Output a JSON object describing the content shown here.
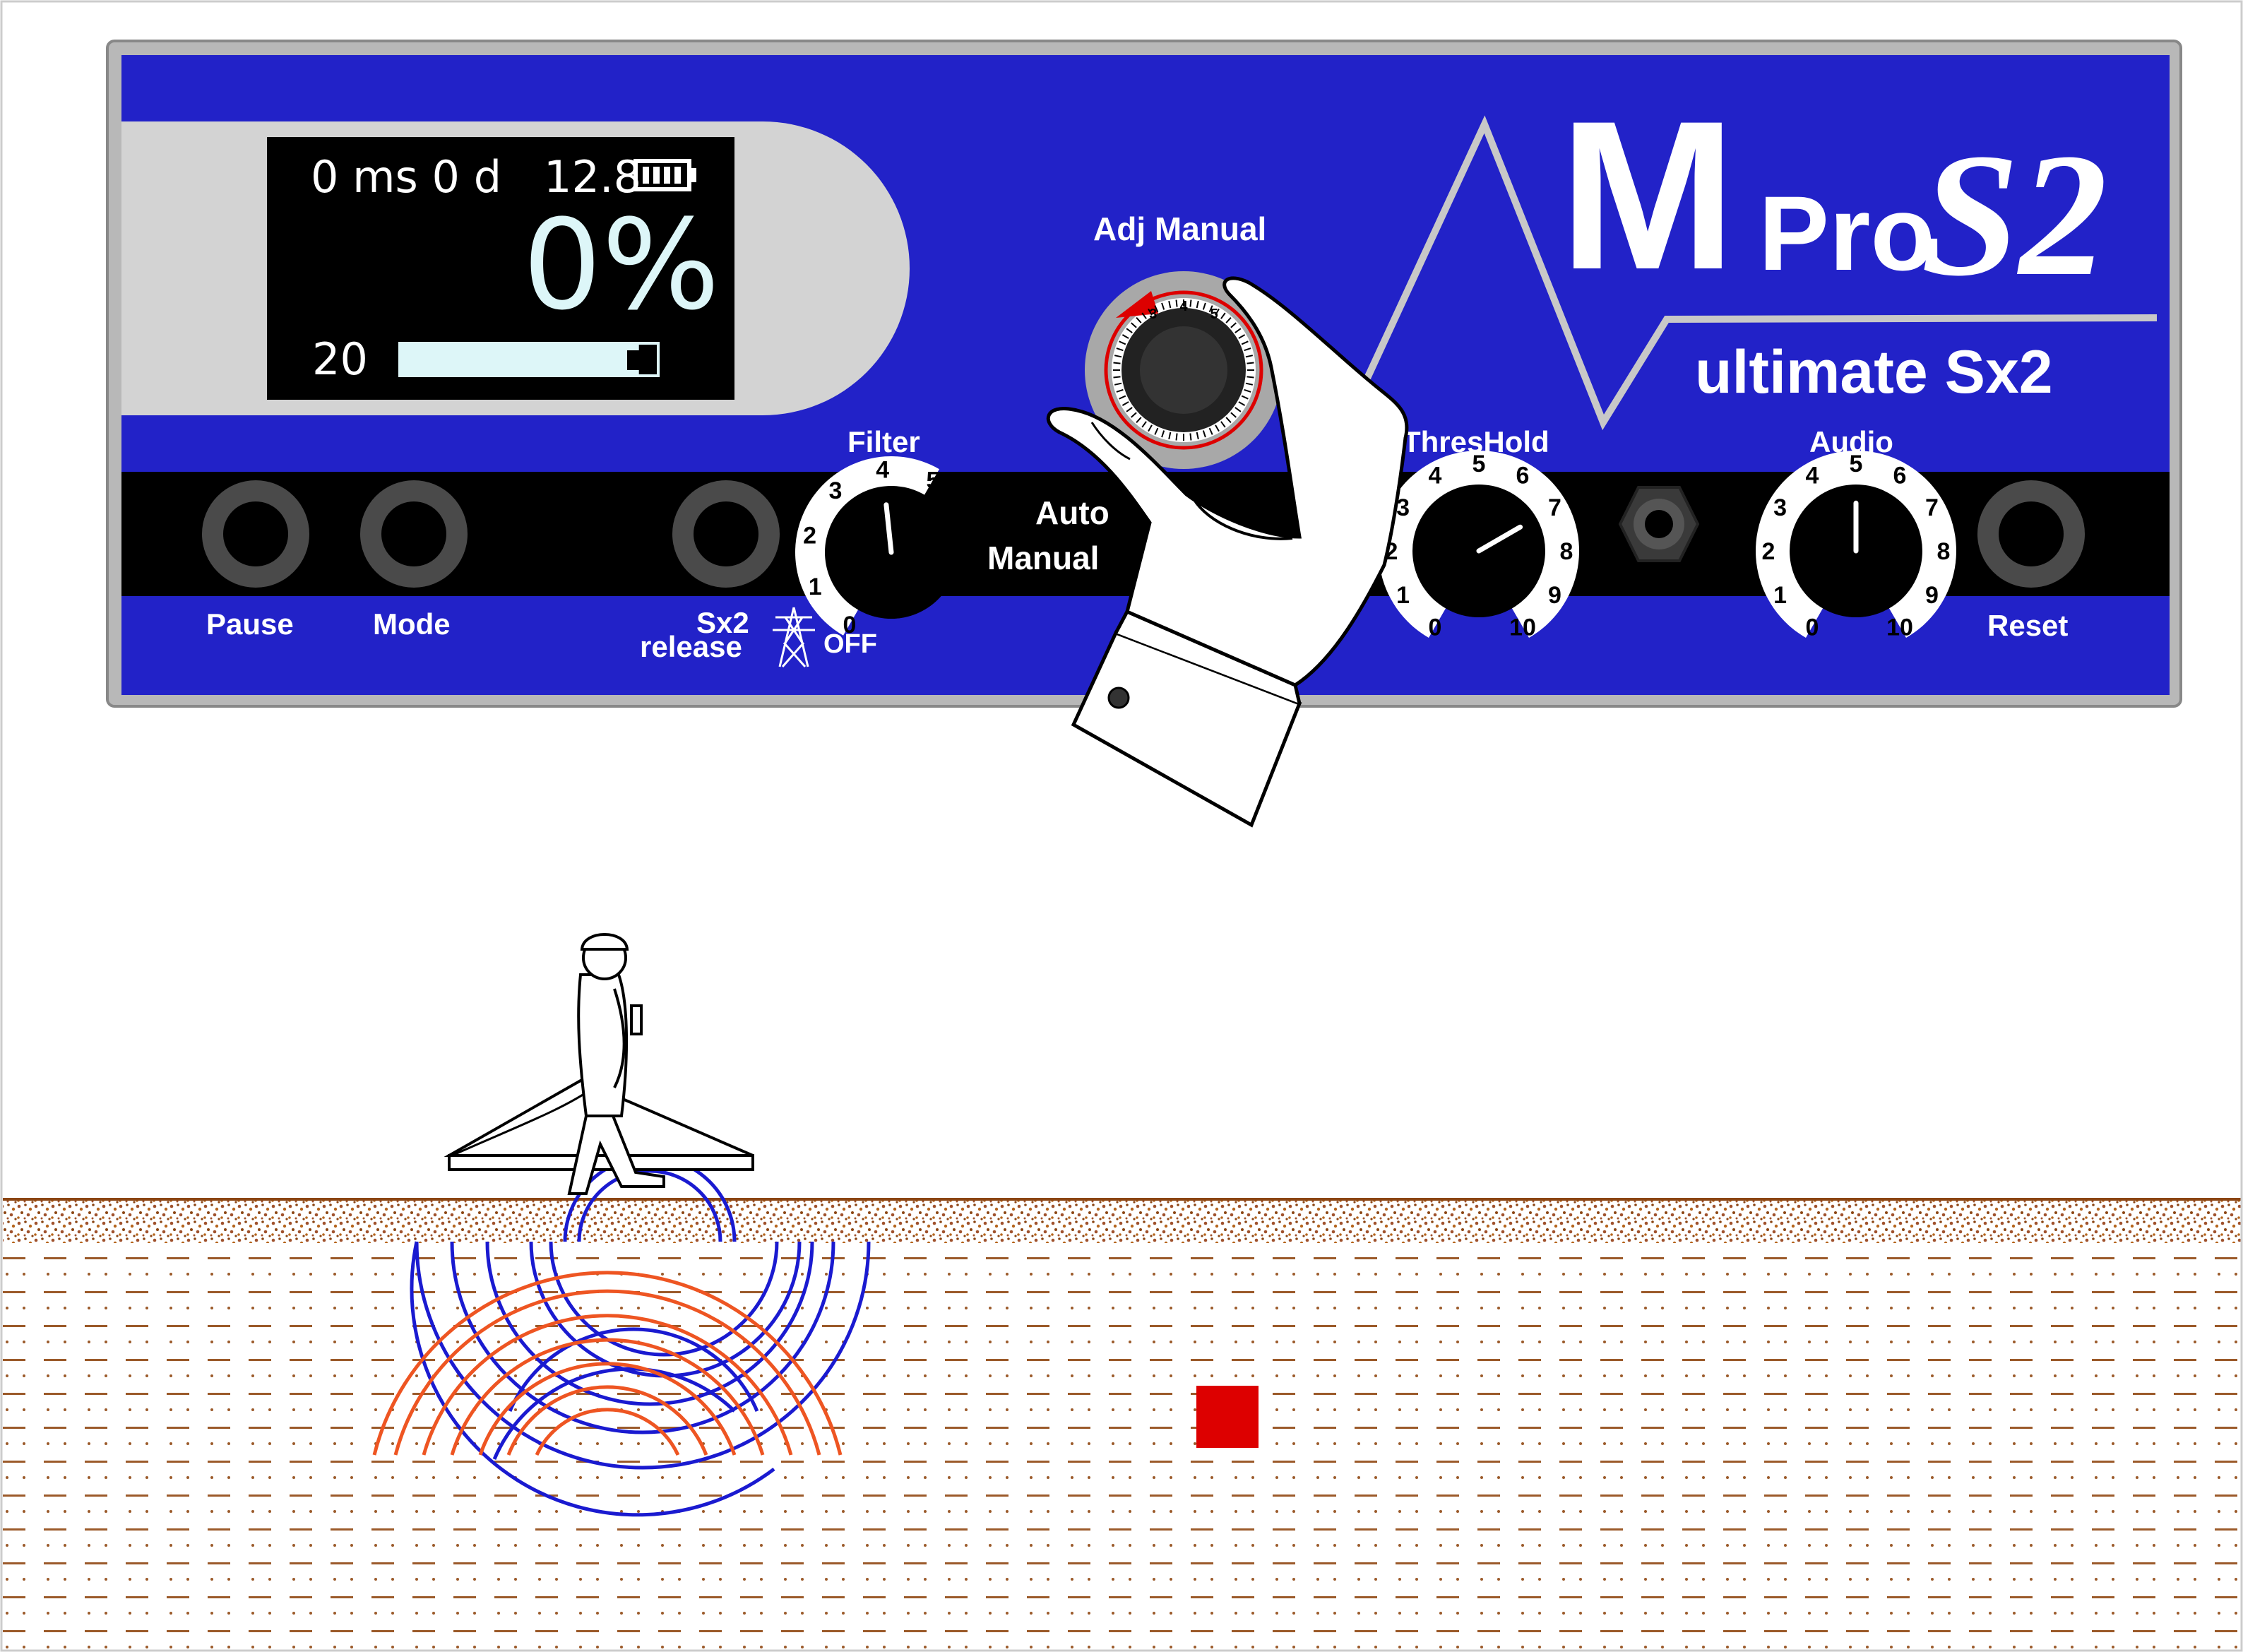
{
  "panel": {
    "colors": {
      "panel_blue": "#2222c8",
      "panel_rim": "#b8b8b8",
      "lcd_bg": "#000000",
      "lcd_text": "#ffffff",
      "bar_fill": "#ddf6f8"
    },
    "lcd": {
      "line1": "0 ms 0 d",
      "voltage": "12.8",
      "percent": "0%",
      "level_label": "20",
      "level_fraction": 0.93
    },
    "brand": {
      "logo_m": "M",
      "logo_pro": "Pro",
      "logo_s2": "S2",
      "subtitle": "ultimate Sx2"
    },
    "labels": {
      "adj_manual": "Adj Manual",
      "filter": "Filter",
      "auto": "Auto",
      "manual": "Manual",
      "threshold": "ThresHold",
      "audio": "Audio",
      "pause": "Pause",
      "mode": "Mode",
      "sx2": "Sx2",
      "release": "release",
      "off": "OFF",
      "reset": "Reset"
    },
    "filter_ticks": [
      "0",
      "1",
      "2",
      "3",
      "4",
      "5"
    ],
    "dial_ticks": [
      "0",
      "1",
      "2",
      "3",
      "4",
      "5",
      "6",
      "7",
      "8",
      "9",
      "10"
    ],
    "adj_ticks": [
      "3",
      "4",
      "5"
    ],
    "knob_values": {
      "filter": 4,
      "threshold": 7,
      "audio": 5
    }
  },
  "ground": {
    "colors": {
      "topsoil": "#a0522d",
      "dashes": "#8b4513",
      "blue_waves": "#1a1ad0",
      "orange_waves": "#ee5522",
      "target": "#dd0000"
    }
  }
}
